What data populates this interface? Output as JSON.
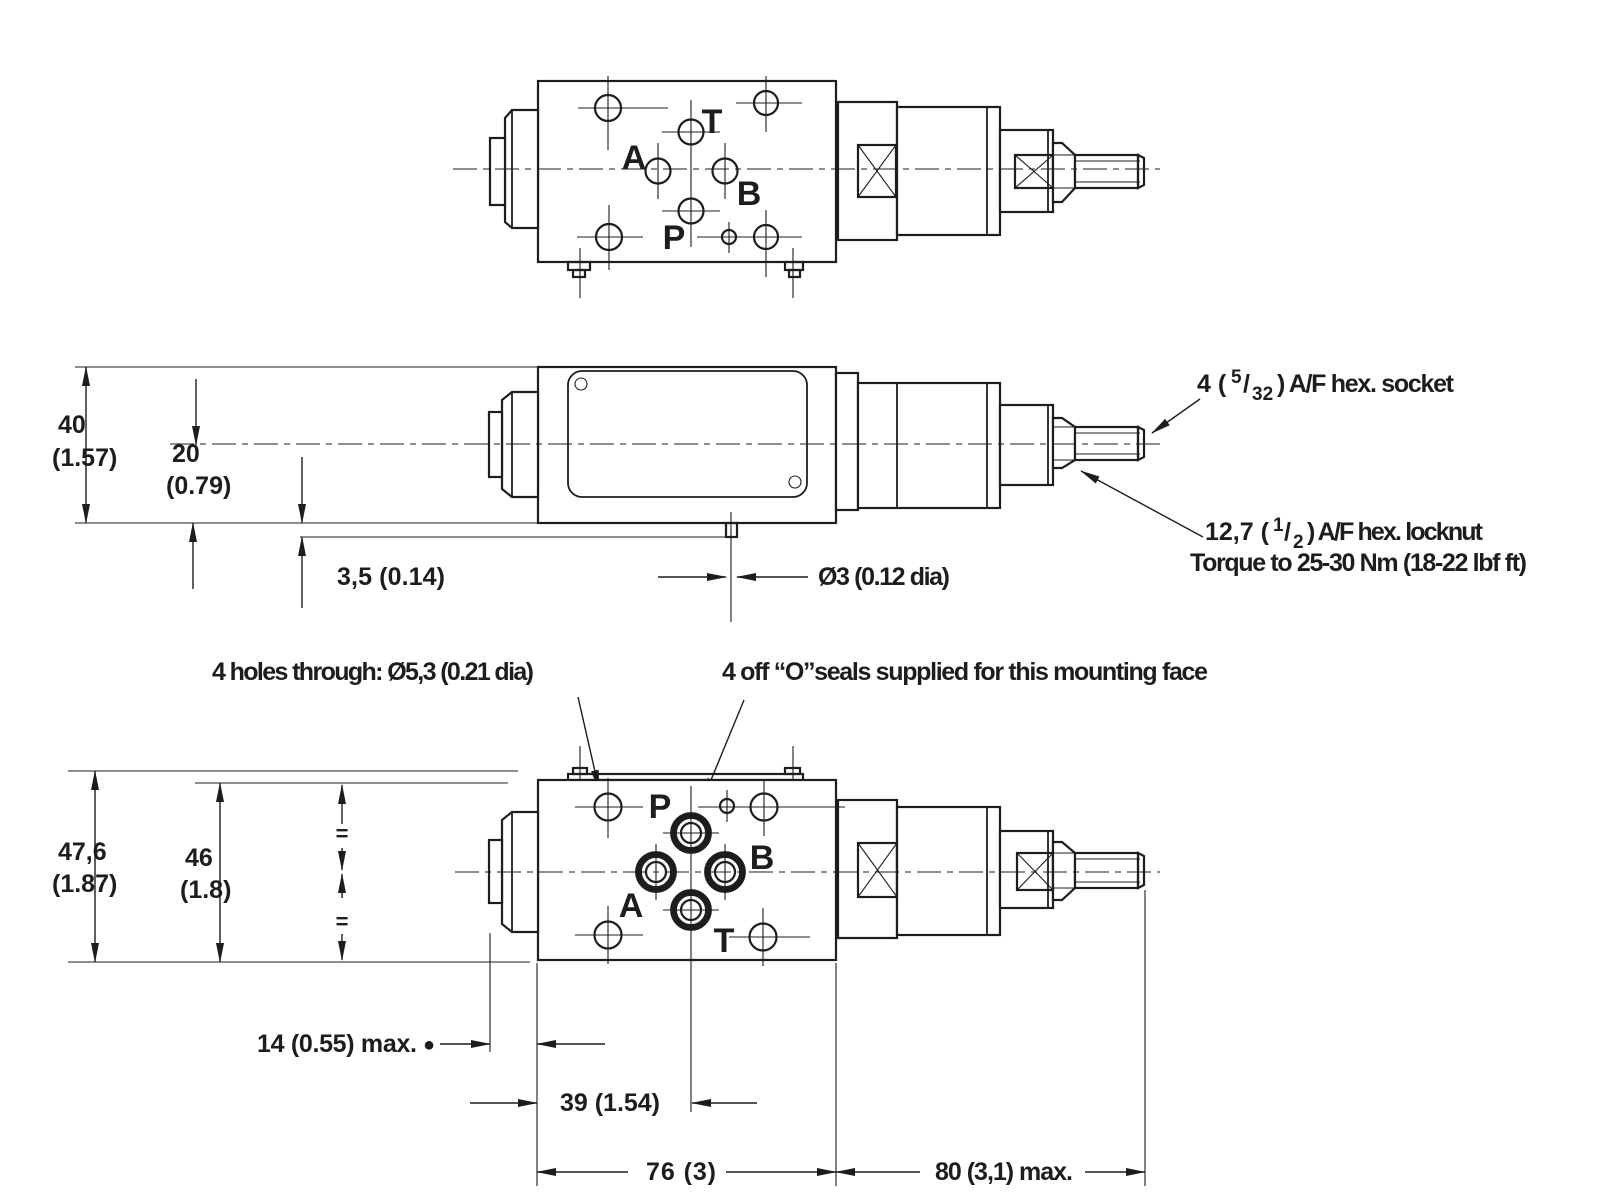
{
  "colors": {
    "ink": "#1d1d1b",
    "background": "#ffffff"
  },
  "top_view": {
    "ports": {
      "t": "T",
      "a": "A",
      "b": "B",
      "p": "P"
    }
  },
  "side_view": {
    "dim_overall_height_mm": "40",
    "dim_overall_height_in": "(1.57)",
    "dim_center_height_mm": "20",
    "dim_center_height_in": "(0.79)",
    "dim_pin_offset": "3,5 (0.14)",
    "dim_pin_dia": "Ø3 (0.12 dia)",
    "hex_socket": {
      "prefix": "4 (",
      "numerator": "5",
      "slash": "/",
      "denominator": "32",
      "suffix": ") A/F hex. socket"
    },
    "locknut": {
      "prefix": "12,7 (",
      "numerator": "1",
      "slash": "/",
      "denominator": "2",
      "suffix": ") A/F hex. locknut",
      "torque": "Torque to 25-30 Nm (18-22 lbf ft)"
    }
  },
  "bottom_view": {
    "callout_holes": "4 holes through: Ø5,3 (0.21 dia)",
    "callout_seals": "4 off  “O”seals supplied for this mounting face",
    "ports": {
      "p": "P",
      "a": "A",
      "b": "B",
      "t": "T"
    },
    "dim_overall_height_mm": "47,6",
    "dim_overall_height_in": "(1.87)",
    "dim_body_height_mm": "46",
    "dim_body_height_in": "(1.8)",
    "equal_mark": "=",
    "dim_plug_protrusion": "14 (0.55) max.",
    "dim_marker_dot": "●",
    "dim_port_offset": "39 (1.54)",
    "dim_body_width": "76 (3)",
    "dim_stem_extension": "80 (3,1) max."
  }
}
